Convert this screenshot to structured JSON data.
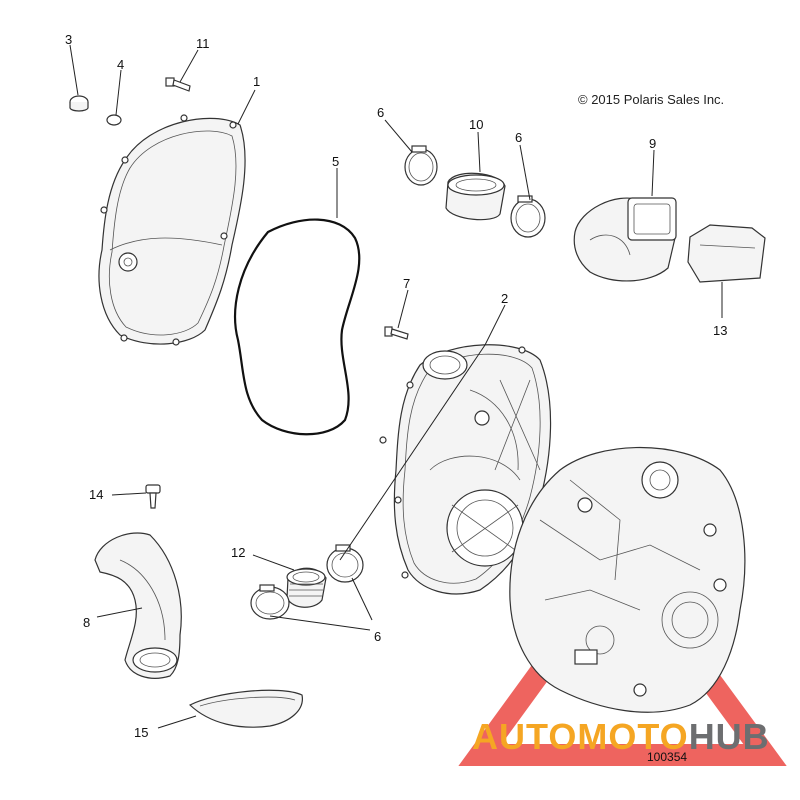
{
  "copyright": "© 2015 Polaris Sales Inc.",
  "diagram_number": "100354",
  "watermark": {
    "brand_left": "AUTO",
    "brand_mid": "MOTO",
    "brand_right": "HUB",
    "color_orange": "#f5a623",
    "color_gray": "#6d6e70",
    "color_red": "#e8302a"
  },
  "callouts": [
    {
      "id": "c1",
      "label": "1"
    },
    {
      "id": "c2",
      "label": "2"
    },
    {
      "id": "c3",
      "label": "3"
    },
    {
      "id": "c4",
      "label": "4"
    },
    {
      "id": "c5",
      "label": "5"
    },
    {
      "id": "c6a",
      "label": "6"
    },
    {
      "id": "c6b",
      "label": "6"
    },
    {
      "id": "c6c",
      "label": "6"
    },
    {
      "id": "c7",
      "label": "7"
    },
    {
      "id": "c8",
      "label": "8"
    },
    {
      "id": "c9",
      "label": "9"
    },
    {
      "id": "c10",
      "label": "10"
    },
    {
      "id": "c11",
      "label": "11"
    },
    {
      "id": "c12",
      "label": "12"
    },
    {
      "id": "c13",
      "label": "13"
    },
    {
      "id": "c14",
      "label": "14"
    },
    {
      "id": "c15",
      "label": "15"
    }
  ]
}
